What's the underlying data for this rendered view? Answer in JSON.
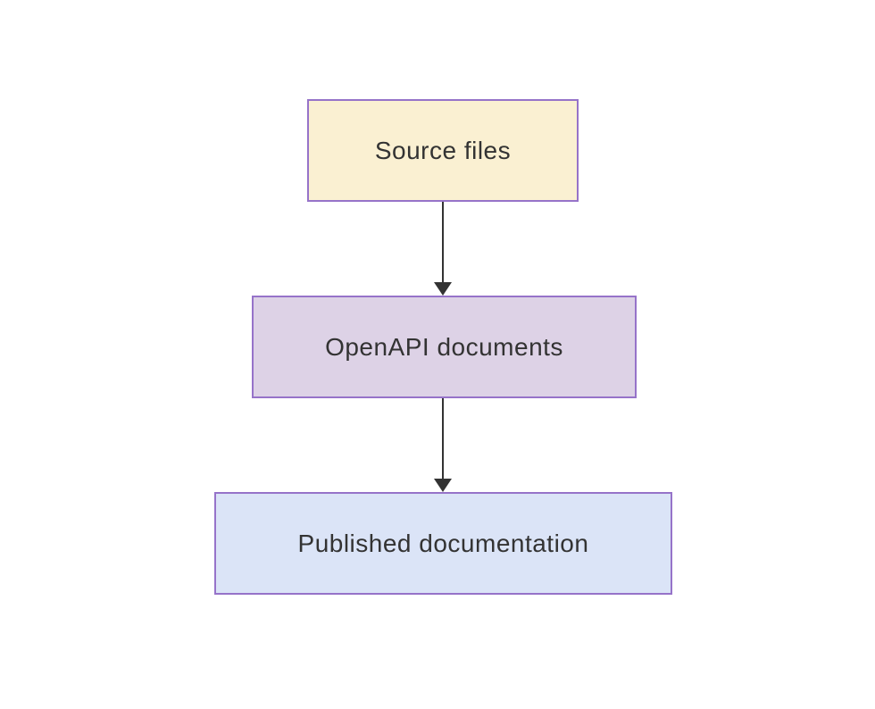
{
  "diagram": {
    "type": "flowchart",
    "direction": "top-down",
    "background": "#ffffff",
    "nodes": [
      {
        "id": "source",
        "label": "Source files",
        "fill": "#faf0d2",
        "border": "#9673c9",
        "text_color": "#333333"
      },
      {
        "id": "openapi",
        "label": "OpenAPI documents",
        "fill": "#ddd2e6",
        "border": "#9673c9",
        "text_color": "#333333"
      },
      {
        "id": "published",
        "label": "Published documentation",
        "fill": "#dbe4f7",
        "border": "#9673c9",
        "text_color": "#333333"
      }
    ],
    "edges": [
      {
        "from": "source",
        "to": "openapi",
        "style": "solid",
        "arrow": "triangle",
        "color": "#333333"
      },
      {
        "from": "openapi",
        "to": "published",
        "style": "solid",
        "arrow": "triangle",
        "color": "#333333"
      }
    ]
  }
}
